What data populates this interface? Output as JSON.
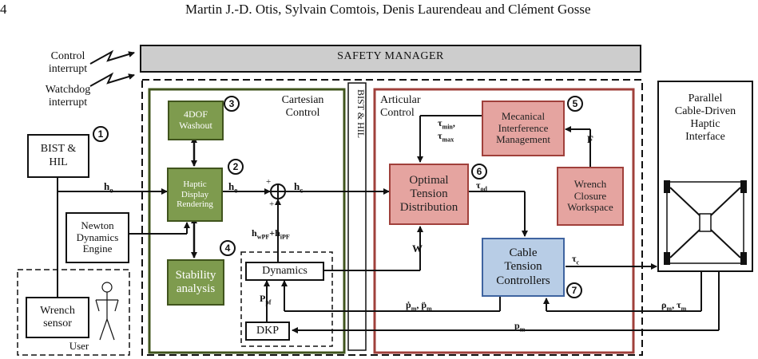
{
  "page": {
    "page_number": "4",
    "running_header": "Martin J.-D. Otis, Sylvain Comtois, Denis Laurendeau and Clément Gosse"
  },
  "diagram": {
    "safety_manager": "SAFETY MANAGER",
    "control_interrupt": "Control\ninterrupt",
    "watchdog_interrupt": "Watchdog\ninterrupt",
    "bist_hil": "BIST &\nHIL",
    "newton_engine": "Newton\nDynamics\nEngine",
    "wrench_sensor": "Wrench\nsensor",
    "user": "User",
    "cartesian_control": "Cartesian\nControl",
    "washout": "4DOF\nWashout",
    "haptic_rendering": "Haptic\nDisplay\nRendering",
    "stability": "Stability\nanalysis",
    "dynamics": "Dynamics",
    "dkp": "DKP",
    "bist_vertical": "BIST & HIL",
    "articular_control": "Articular\nControl",
    "mecanical": "Mecanical\nInterference\nManagement",
    "optimal": "Optimal\nTension\nDistribution",
    "wrench_closure": "Wrench\nClosure\nWorkspace",
    "cable_tension": "Cable\nTension\nControllers",
    "parallel_interface": "Parallel\nCable-Driven\nHaptic\nInterface",
    "badges": [
      "1",
      "2",
      "3",
      "4",
      "5",
      "6",
      "7"
    ],
    "signals": {
      "h_o": "h",
      "h_o_sub": "o",
      "h_e": "h",
      "h_e_sub": "e",
      "h_c": "h",
      "h_c_sub": "c",
      "h_wpf": "h",
      "h_wpf_sub": "wPF",
      "h_ipf": "h",
      "h_ipf_sub": "iPF",
      "plus": "+",
      "tau_min": "τ",
      "tau_min_sub": "min",
      "tau_max": "τ",
      "tau_max_sub": "max",
      "F": "F",
      "tau_od": "τ",
      "tau_od_sub": "od",
      "W": "W",
      "tau_c": "τ",
      "tau_c_sub": "c",
      "p_pf": "P",
      "p_pf_sub": "pf",
      "p_m_dot": "ṗ",
      "p_m_sub": "m",
      "p_m_ddot": "p̈",
      "rho_tau": "ρ",
      "rho_sub": "m",
      "tau_m": "τ",
      "tau_m_sub": "m",
      "p_m": "p",
      "p_m2_sub": "m",
      "comma": ","
    }
  }
}
